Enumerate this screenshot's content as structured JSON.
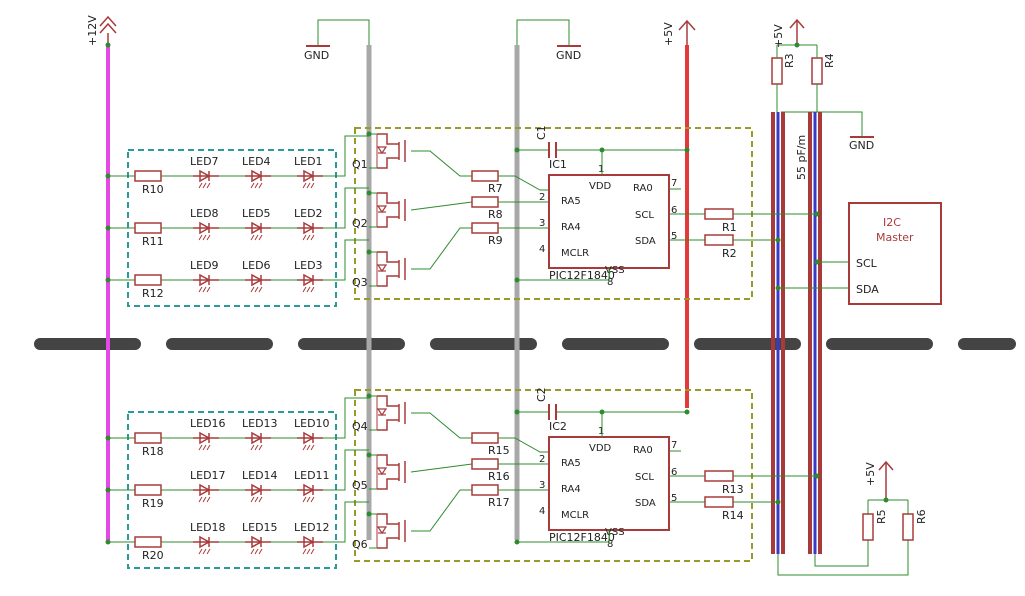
{
  "rails": {
    "plus12v": "+12V",
    "plus5v_a": "+5V",
    "plus5v_b": "+5V",
    "plus5v_c": "+5V",
    "gnd_a": "GND",
    "gnd_b": "GND",
    "gnd_c": "GND"
  },
  "bus_capacitance": "55 pF/m",
  "i2c_master": {
    "title_line1": "I2C",
    "title_line2": "Master",
    "scl": "SCL",
    "sda": "SDA"
  },
  "bus_resistors": {
    "r3": "R3",
    "r4": "R4",
    "r5": "R5",
    "r6": "R6"
  },
  "top": {
    "leds": [
      [
        "LED7",
        "LED4",
        "LED1"
      ],
      [
        "LED8",
        "LED5",
        "LED2"
      ],
      [
        "LED9",
        "LED6",
        "LED3"
      ]
    ],
    "row_resistors": [
      "R10",
      "R11",
      "R12"
    ],
    "fets": [
      "Q1",
      "Q2",
      "Q3"
    ],
    "gate_resistors": [
      "R7",
      "R8",
      "R9"
    ],
    "i2c_resistors": [
      "R1",
      "R2"
    ],
    "cap": "C1",
    "ic": {
      "ref": "IC1",
      "part": "PIC12F1840",
      "pins": [
        "VDD",
        "RA0",
        "RA5",
        "RA4",
        "MCLR",
        "SCL",
        "SDA",
        "VSS"
      ],
      "pin_numbers": [
        "1",
        "7",
        "2",
        "3",
        "4",
        "6",
        "5",
        "8"
      ]
    }
  },
  "bottom": {
    "leds": [
      [
        "LED16",
        "LED13",
        "LED10"
      ],
      [
        "LED17",
        "LED14",
        "LED11"
      ],
      [
        "LED18",
        "LED15",
        "LED12"
      ]
    ],
    "row_resistors": [
      "R18",
      "R19",
      "R20"
    ],
    "fets": [
      "Q4",
      "Q5",
      "Q6"
    ],
    "gate_resistors": [
      "R15",
      "R16",
      "R17"
    ],
    "i2c_resistors": [
      "R13",
      "R14"
    ],
    "cap": "C2",
    "ic": {
      "ref": "IC2",
      "part": "PIC12F1840",
      "pins": [
        "VDD",
        "RA0",
        "RA5",
        "RA4",
        "MCLR",
        "SCL",
        "SDA",
        "VSS"
      ],
      "pin_numbers": [
        "1",
        "7",
        "2",
        "3",
        "4",
        "6",
        "5",
        "8"
      ]
    }
  },
  "colors": {
    "wire": "#2e8b2e",
    "component": "#a83a3a",
    "rail12": "#e34ae3",
    "rail5": "#e23a3a",
    "gnd_rail": "#a8a8a8",
    "bus_blue": "#3a3ac8",
    "dashed_led": "#2a9a9a",
    "dashed_fet": "#9a9a2a",
    "break_line": "#444444"
  }
}
